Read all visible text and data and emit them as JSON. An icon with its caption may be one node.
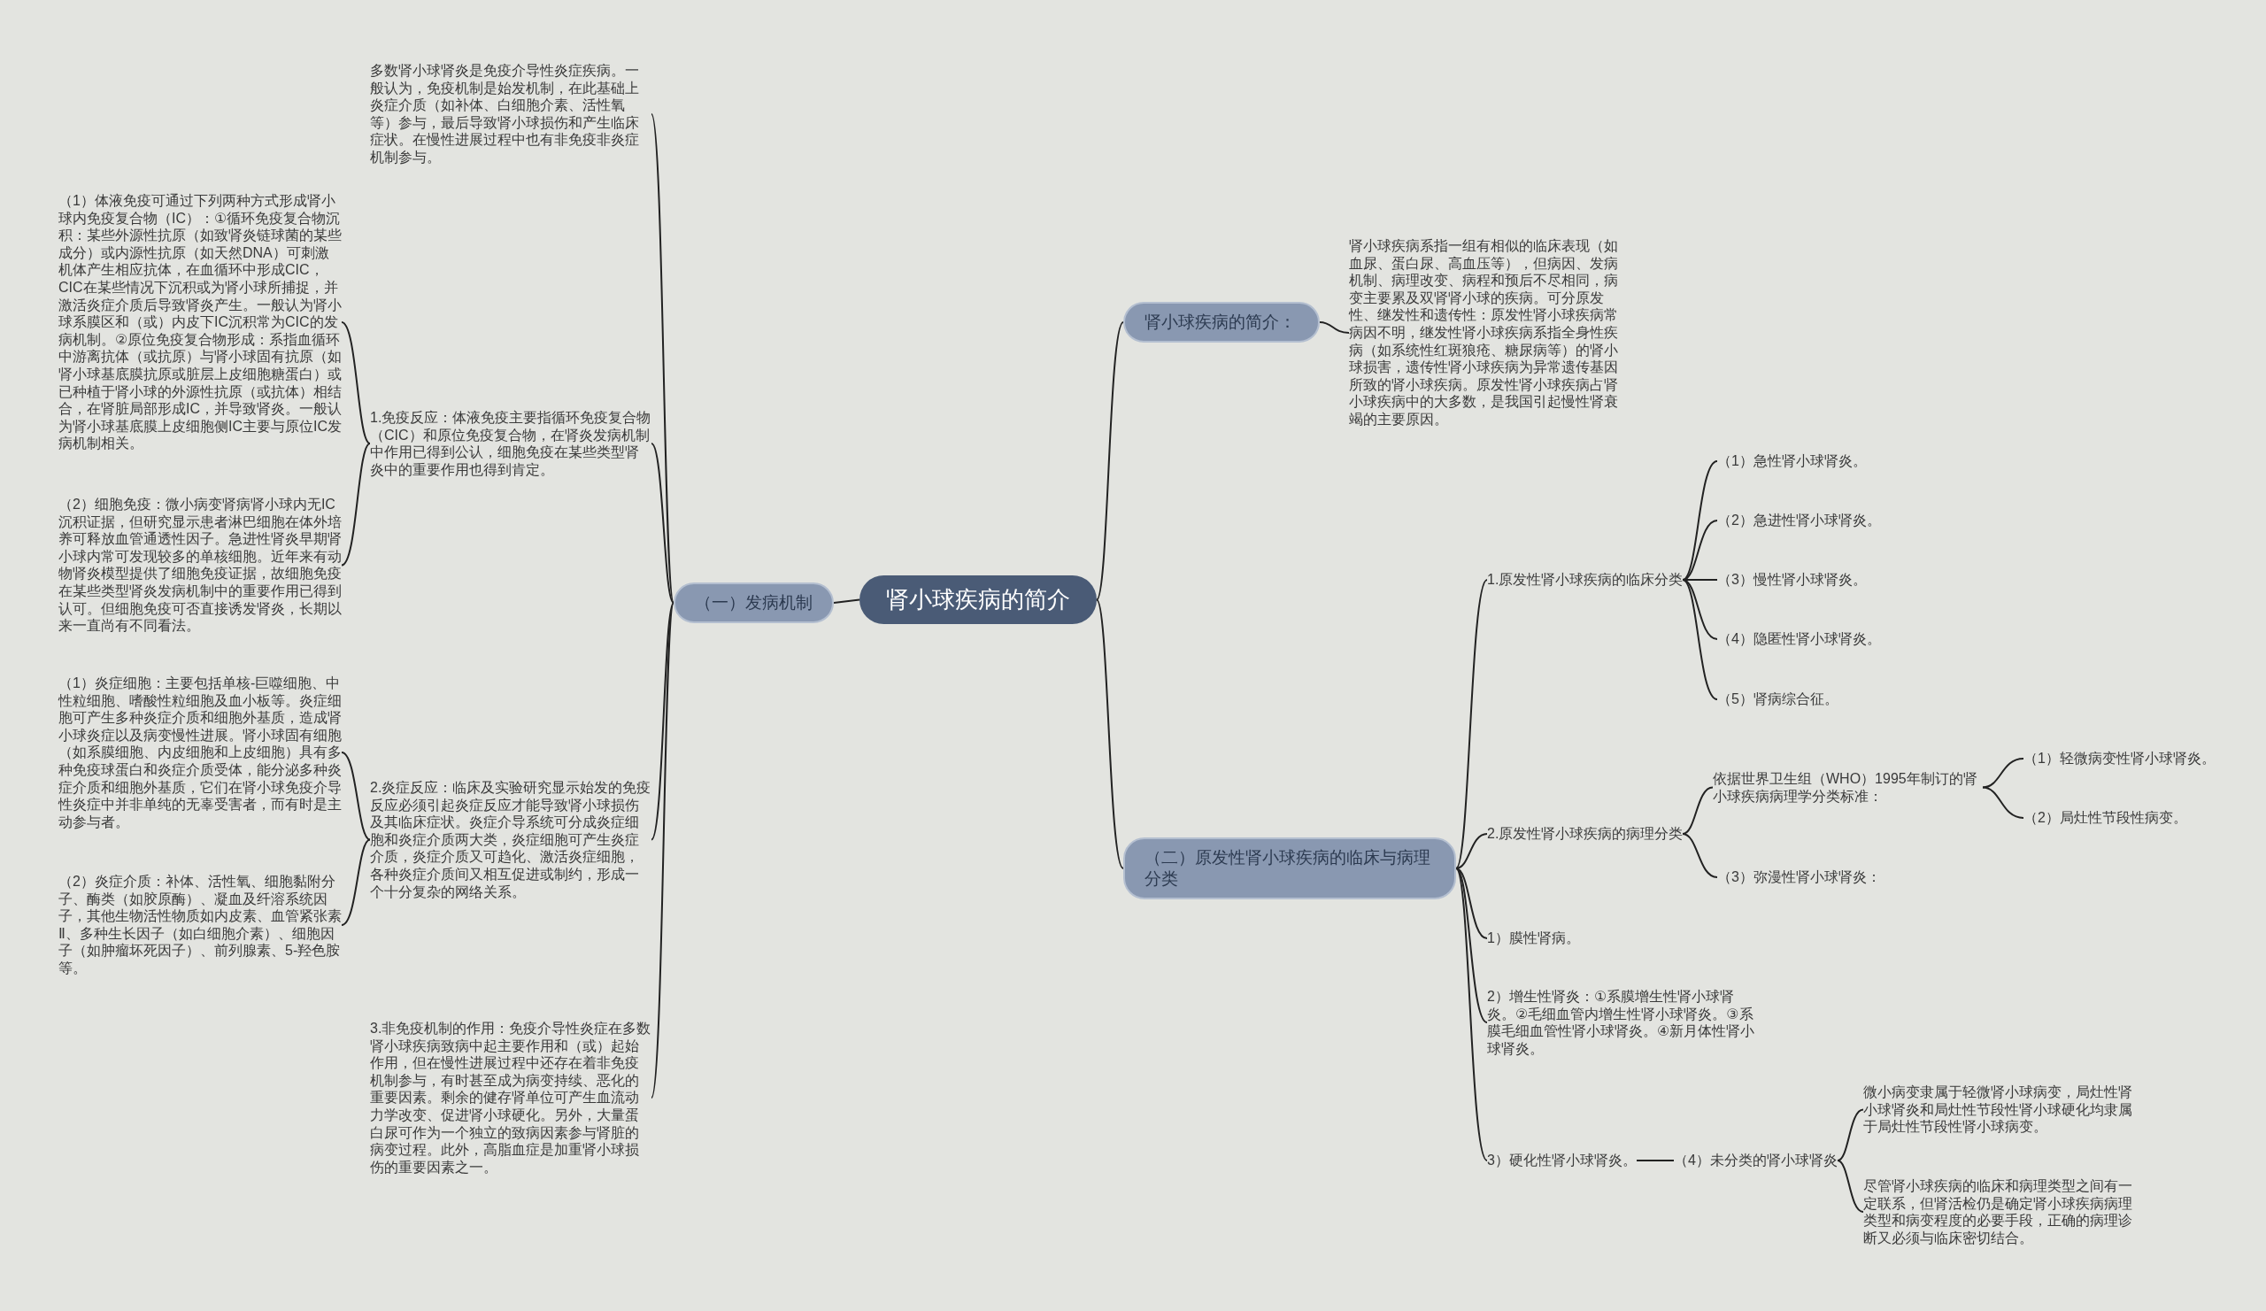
{
  "diagram": {
    "nodes": [
      {
        "text": [
          "肾小球疾病的简介"
        ]
      },
      {
        "text": [
          "（一）发病机制"
        ]
      },
      {
        "text": [
          "肾小球疾病的简介："
        ]
      },
      {
        "text": [
          "（二）原发性肾小球疾病的临床与病理分类"
        ]
      },
      {
        "text": [
          "多数肾小球肾炎是免疫介导性炎症疾病。一般认为，免疫机制是始发机制，在此基础上炎症介质（如补体、白细胞介素、活性氧等）参与，最后导致肾小球损伤和产生临床症状。在慢性进展过程中也有非免疫非炎症机制参与。"
        ]
      },
      {
        "text": [
          "1.免疫反应：体液免疫主要指循环免疫复合物（CIC）和原位免疫复合物，在肾炎发病机制中作用已得到公认，细胞免疫在某些类型肾炎中的重要作用也得到肯定。"
        ]
      },
      {
        "text": [
          "（1）体液免疫可通过下列两种方式形成肾小球内免疫复合物（IC）：①循环免疫复合物沉积：某些外源性抗原（如致肾炎链球菌的某些成分）或内源性抗原（如天然DNA）可刺激机体产生相应抗体，在血循环中形成CIC，CIC在某些情况下沉积或为肾小球所捕捉，并激活炎症介质后导致肾炎产生。一般认为肾小球系膜区和（或）内皮下IC沉积常为CIC的发病机制。②原位免疫复合物形成：系指血循环中游离抗体（或抗原）与肾小球固有抗原（如肾小球基底膜抗原或脏层上皮细胞糖蛋白）或已种植于肾小球的外源性抗原（或抗体）相结合，在肾脏局部形成IC，并导致肾炎。一般认为肾小球基底膜上皮细胞侧IC主要与原位IC发病机制相关。"
        ]
      },
      {
        "text": [
          "（2）细胞免疫：微小病变肾病肾小球内无IC沉积证据，但研究显示患者淋巴细胞在体外培养可释放血管通透性因子。急进性肾炎早期肾小球内常可发现较多的单核细胞。近年来有动物肾炎模型提供了细胞免疫证据，故细胞免疫在某些类型肾炎发病机制中的重要作用已得到认可。但细胞免疫可否直接诱发肾炎，长期以来一直尚有不同看法。"
        ]
      },
      {
        "text": [
          "2.炎症反应：临床及实验研究显示始发的免疫反应必须引起炎症反应才能导致肾小球损伤及其临床症状。炎症介导系统可分成炎症细胞和炎症介质两大类，炎症细胞可产生炎症介质，炎症介质又可趋化、激活炎症细胞，各种炎症介质间又相互促进或制约，形成一个十分复杂的网络关系。"
        ]
      },
      {
        "text": [
          "（1）炎症细胞：主要包括单核-巨噬细胞、中性粒细胞、嗜酸性粒细胞及血小板等。炎症细胞可产生多种炎症介质和细胞外基质，造成肾小球炎症以及病变慢性进展。肾小球固有细胞（如系膜细胞、内皮细胞和上皮细胞）具有多种免疫球蛋白和炎症介质受体，能分泌多种炎症介质和细胞外基质，它们在肾小球免疫介导性炎症中并非单纯的无辜受害者，而有时是主动参与者。"
        ]
      },
      {
        "text": [
          "（2）炎症介质：补体、活性氧、细胞黏附分子、酶类（如胶原酶）、凝血及纤溶系统因子，其他生物活性物质如内皮素、血管紧张素Ⅱ、多种生长因子（如白细胞介素）、细胞因子（如肿瘤坏死因子）、前列腺素、5-羟色胺等。"
        ]
      },
      {
        "text": [
          "3.非免疫机制的作用：免疫介导性炎症在多数肾小球疾病致病中起主要作用和（或）起始作用，但在慢性进展过程中还存在着非免疫机制参与，有时甚至成为病变持续、恶化的重要因素。剩余的健存肾单位可产生血流动力学改变、促进肾小球硬化。另外，大量蛋白尿可作为一个独立的致病因素参与肾脏的病变过程。此外，高脂血症是加重肾小球损伤的重要因素之一。"
        ]
      },
      {
        "text": [
          "肾小球疾病系指一组有相似的临床表现（如血尿、蛋白尿、高血压等），但病因、发病机制、病理改变、病程和预后不尽相同，病变主要累及双肾肾小球的疾病。可分原发性、继发性和遗传性：原发性肾小球疾病常病因不明，继发性肾小球疾病系指全身性疾病（如系统性红斑狼疮、糖尿病等）的肾小球损害，遗传性肾小球疾病为异常遗传基因所致的肾小球疾病。原发性肾小球疾病占肾小球疾病中的大多数，是我国引起慢性肾衰竭的主要原因。"
        ]
      },
      {
        "text": [
          "1.原发性肾小球疾病的临床分类"
        ]
      },
      {
        "text": [
          "（1）急性肾小球肾炎。"
        ]
      },
      {
        "text": [
          "（2）急进性肾小球肾炎。"
        ]
      },
      {
        "text": [
          "（3）慢性肾小球肾炎。"
        ]
      },
      {
        "text": [
          "（4）隐匿性肾小球肾炎。"
        ]
      },
      {
        "text": [
          "（5）肾病综合征。"
        ]
      },
      {
        "text": [
          "2.原发性肾小球疾病的病理分类"
        ]
      },
      {
        "text": [
          "依据世界卫生组（WHO）1995年制订的肾小球疾病病理学分类标准："
        ]
      },
      {
        "text": [
          "（1）轻微病变性肾小球肾炎。"
        ]
      },
      {
        "text": [
          "（2）局灶性节段性病变。"
        ]
      },
      {
        "text": [
          "（3）弥漫性肾小球肾炎："
        ]
      },
      {
        "text": [
          "1）膜性肾病。"
        ]
      },
      {
        "text": [
          "2）增生性肾炎：①系膜增生性肾小球肾炎。②毛细血管内增生性肾小球肾炎。③系膜毛细血管性肾小球肾炎。④新月体性肾小球肾炎。"
        ]
      },
      {
        "text": [
          "3）硬化性肾小球肾炎。"
        ]
      },
      {
        "text": [
          "（4）未分类的肾小球肾炎"
        ]
      },
      {
        "text": [
          "微小病变隶属于轻微肾小球病变，局灶性肾小球肾炎和局灶性节段性肾小球硬化均隶属于局灶性节段性肾小球病变。"
        ]
      },
      {
        "text": [
          "尽管肾小球疾病的临床和病理类型之间有一定联系，但肾活检仍是确定肾小球疾病病理类型和病变程度的必要手段，正确的病理诊断又必须与临床密切结合。"
        ]
      }
    ],
    "edges": [
      {
        "from": 0,
        "to": 1,
        "arrow": "none"
      },
      {
        "from": 0,
        "to": 2,
        "arrow": "none"
      },
      {
        "from": 0,
        "to": 3,
        "arrow": "none"
      },
      {
        "from": 1,
        "to": 4,
        "arrow": "none"
      },
      {
        "from": 1,
        "to": 5,
        "arrow": "none"
      },
      {
        "from": 1,
        "to": 8,
        "arrow": "none"
      },
      {
        "from": 1,
        "to": 11,
        "arrow": "none"
      },
      {
        "from": 5,
        "to": 6,
        "arrow": "none"
      },
      {
        "from": 5,
        "to": 7,
        "arrow": "none"
      },
      {
        "from": 8,
        "to": 9,
        "arrow": "none"
      },
      {
        "from": 8,
        "to": 10,
        "arrow": "none"
      },
      {
        "from": 2,
        "to": 12,
        "arrow": "none"
      },
      {
        "from": 3,
        "to": 13,
        "arrow": "none"
      },
      {
        "from": 3,
        "to": 19,
        "arrow": "none"
      },
      {
        "from": 3,
        "to": 24,
        "arrow": "none"
      },
      {
        "from": 3,
        "to": 25,
        "arrow": "none"
      },
      {
        "from": 3,
        "to": 26,
        "arrow": "none"
      },
      {
        "from": 13,
        "to": 14,
        "arrow": "none"
      },
      {
        "from": 13,
        "to": 15,
        "arrow": "none"
      },
      {
        "from": 13,
        "to": 16,
        "arrow": "none"
      },
      {
        "from": 13,
        "to": 17,
        "arrow": "none"
      },
      {
        "from": 13,
        "to": 18,
        "arrow": "none"
      },
      {
        "from": 19,
        "to": 20,
        "arrow": "none"
      },
      {
        "from": 19,
        "to": 23,
        "arrow": "none"
      },
      {
        "from": 20,
        "to": 21,
        "arrow": "none"
      },
      {
        "from": 20,
        "to": 22,
        "arrow": "none"
      },
      {
        "from": 26,
        "to": 27,
        "arrow": "none"
      },
      {
        "from": 27,
        "to": 28,
        "arrow": "none"
      },
      {
        "from": 27,
        "to": 29,
        "arrow": "none"
      }
    ]
  }
}
